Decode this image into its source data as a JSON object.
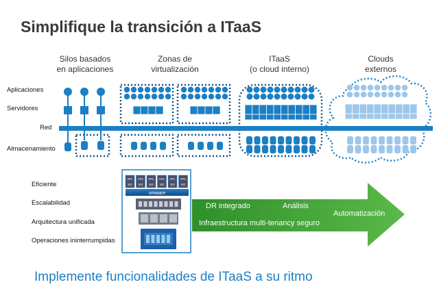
{
  "title": "Simplifique la transición a ITaaS",
  "columns": [
    {
      "line1": "Silos basados",
      "line2": "en aplicaciones"
    },
    {
      "line1": "Zonas de",
      "line2": "virtualización"
    },
    {
      "line1": "ITaaS",
      "line2": "(o cloud interno)"
    },
    {
      "line1": "Clouds",
      "line2": "externos"
    }
  ],
  "row_labels": {
    "applications": "Aplicaciones",
    "servers": "Servidores",
    "network": "Red",
    "storage": "Almacenamiento"
  },
  "benefits": [
    "Eficiente",
    "Escalabilidad",
    "Arquitectura unificada",
    "Operaciones ininterrumpidas"
  ],
  "stack": {
    "app_label": "APL",
    "os_label": "SO",
    "hypervisor": "vmware"
  },
  "arrow": {
    "items": [
      "DR integrado",
      "Análisis",
      "Automatización",
      "Infraestructura multi-tenancy seguro"
    ]
  },
  "footer": "Implemente funcionalidades de ITaaS a su ritmo",
  "colors": {
    "blue": "#1b7fc4",
    "dark_blue": "#0b4f8a",
    "light_blue": "#9cc7ea",
    "green": "#4ca43a",
    "title": "#3a3a3a"
  }
}
